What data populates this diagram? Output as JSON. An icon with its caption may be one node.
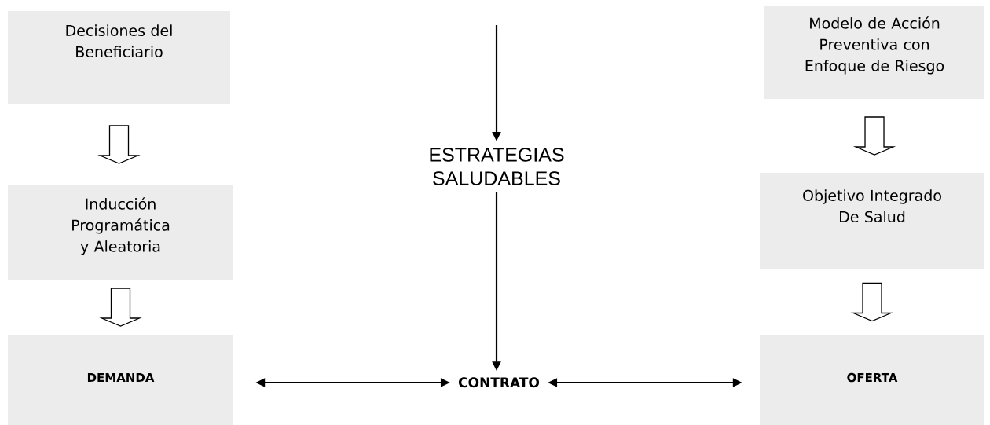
{
  "diagram": {
    "nodes": [
      {
        "text": [
          "Decisiones del Beneficiario"
        ]
      },
      {
        "text": [
          "Modelo de Acción Preventiva con Enfoque de Riesgo"
        ]
      },
      {
        "text": [
          "ESTRATEGIAS SALUDABLES"
        ]
      },
      {
        "text": [
          "Inducción Programática y Aleatoria"
        ]
      },
      {
        "text": [
          "Objetivo Integrado De Salud"
        ]
      },
      {
        "text": [
          "DEMANDA"
        ]
      },
      {
        "text": [
          "CONTRATO"
        ]
      },
      {
        "text": [
          "OFERTA"
        ]
      }
    ],
    "edges": [
      {
        "from": 0,
        "to": 3,
        "arrow": "to"
      },
      {
        "from": 1,
        "to": 4,
        "arrow": "to"
      },
      {
        "from": null,
        "to": 2,
        "arrow": "to"
      },
      {
        "from": 3,
        "to": 5,
        "arrow": "to"
      },
      {
        "from": 4,
        "to": 7,
        "arrow": "to"
      },
      {
        "from": 2,
        "to": 6,
        "arrow": "to"
      },
      {
        "from": 5,
        "to": 6,
        "arrow": "both"
      },
      {
        "from": 6,
        "to": 7,
        "arrow": "both"
      }
    ]
  }
}
